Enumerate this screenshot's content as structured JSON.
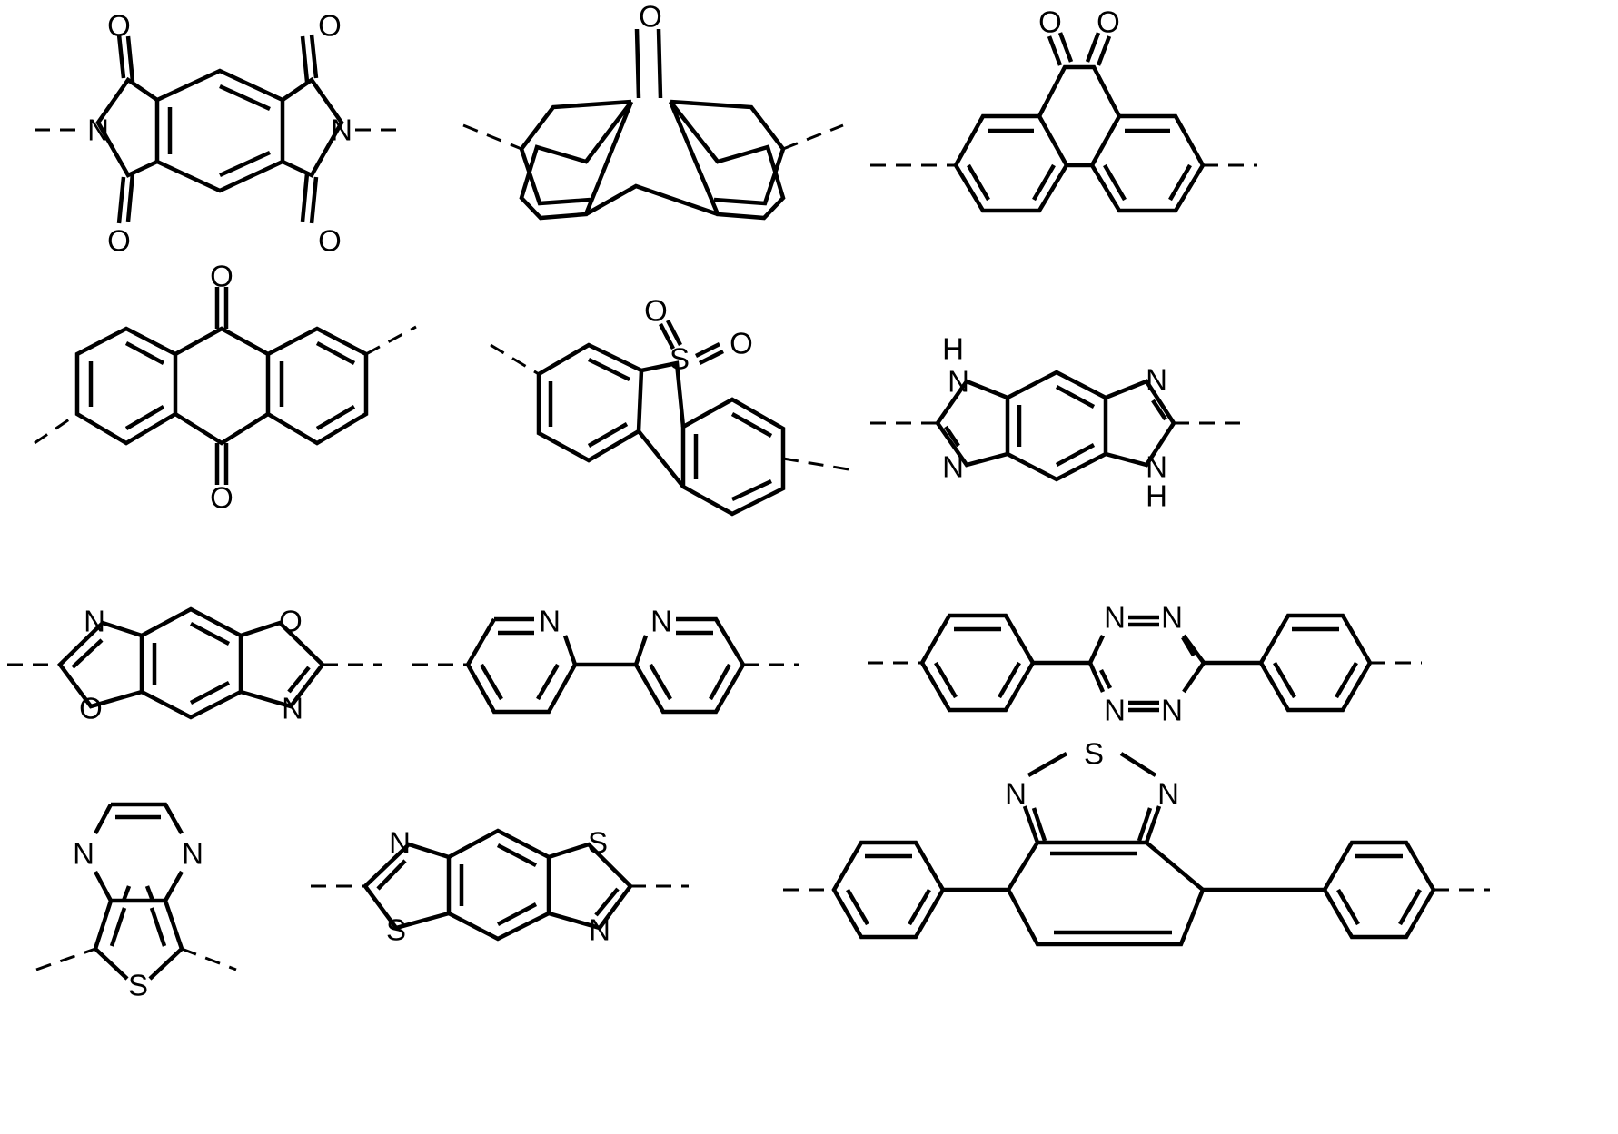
{
  "colors": {
    "ink": "#000000",
    "background": "#ffffff"
  },
  "molecules": [
    {
      "id": "pyromellitic-diimide",
      "atoms": [
        {
          "id": "o1",
          "label": "O"
        },
        {
          "id": "o2",
          "label": "O"
        },
        {
          "id": "o3",
          "label": "O"
        },
        {
          "id": "o4",
          "label": "O"
        },
        {
          "id": "n1",
          "label": "N"
        },
        {
          "id": "n2",
          "label": "N"
        }
      ]
    },
    {
      "id": "fluorenone",
      "atoms": [
        {
          "id": "o1",
          "label": "O"
        }
      ]
    },
    {
      "id": "phenanthrenequinone",
      "atoms": [
        {
          "id": "o1",
          "label": "O"
        },
        {
          "id": "o2",
          "label": "O"
        }
      ]
    },
    {
      "id": "anthraquinone",
      "atoms": [
        {
          "id": "o1",
          "label": "O"
        },
        {
          "id": "o2",
          "label": "O"
        }
      ]
    },
    {
      "id": "dibenzothiophene-dioxide",
      "atoms": [
        {
          "id": "s1",
          "label": "S"
        },
        {
          "id": "o1",
          "label": "O"
        },
        {
          "id": "o2",
          "label": "O"
        }
      ]
    },
    {
      "id": "benzobisimidazole",
      "atoms": [
        {
          "id": "n1",
          "label": "N"
        },
        {
          "id": "h1",
          "label": "H"
        },
        {
          "id": "n2",
          "label": "N"
        },
        {
          "id": "n3",
          "label": "N"
        },
        {
          "id": "n4",
          "label": "N"
        },
        {
          "id": "h2",
          "label": "H"
        }
      ]
    },
    {
      "id": "benzobisoxazole",
      "atoms": [
        {
          "id": "n1",
          "label": "N"
        },
        {
          "id": "o1",
          "label": "O"
        },
        {
          "id": "o2",
          "label": "O"
        },
        {
          "id": "n2",
          "label": "N"
        }
      ]
    },
    {
      "id": "bipyridine",
      "atoms": [
        {
          "id": "n1",
          "label": "N"
        },
        {
          "id": "n2",
          "label": "N"
        }
      ]
    },
    {
      "id": "diphenyl-tetrazine",
      "atoms": [
        {
          "id": "n1",
          "label": "N"
        },
        {
          "id": "n2",
          "label": "N"
        },
        {
          "id": "n3",
          "label": "N"
        },
        {
          "id": "n4",
          "label": "N"
        }
      ]
    },
    {
      "id": "thienopyrazine",
      "atoms": [
        {
          "id": "n1",
          "label": "N"
        },
        {
          "id": "n2",
          "label": "N"
        },
        {
          "id": "s1",
          "label": "S"
        }
      ]
    },
    {
      "id": "benzobisthiazole",
      "atoms": [
        {
          "id": "n1",
          "label": "N"
        },
        {
          "id": "s1",
          "label": "S"
        },
        {
          "id": "s2",
          "label": "S"
        },
        {
          "id": "n2",
          "label": "N"
        }
      ]
    },
    {
      "id": "diphenyl-benzothiadiazole",
      "atoms": [
        {
          "id": "s1",
          "label": "S"
        },
        {
          "id": "n1",
          "label": "N"
        },
        {
          "id": "n2",
          "label": "N"
        }
      ]
    }
  ]
}
